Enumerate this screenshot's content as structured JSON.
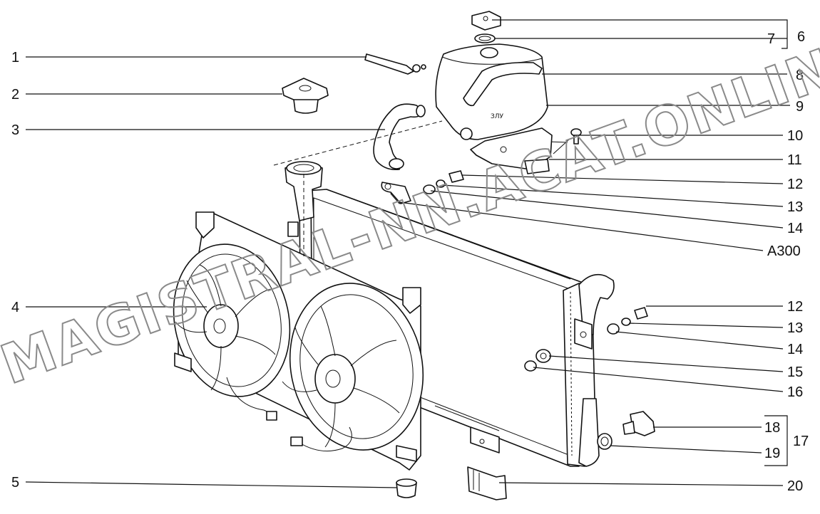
{
  "watermark": "MAGISTRAL-NN.ACAT.ONLINE",
  "callouts": {
    "c1": "1",
    "c2": "2",
    "c3": "3",
    "c4": "4",
    "c5": "5",
    "c6": "6",
    "c7": "7",
    "c8": "8",
    "c9": "9",
    "c10": "10",
    "c11": "11",
    "c12a": "12",
    "c13a": "13",
    "c14a": "14",
    "cA300": "A300",
    "c12b": "12",
    "c13b": "13",
    "c14b": "14",
    "c15": "15",
    "c16": "16",
    "c17": "17",
    "c18": "18",
    "c19": "19",
    "c20": "20"
  },
  "tank_marking": "ЗЛУ"
}
